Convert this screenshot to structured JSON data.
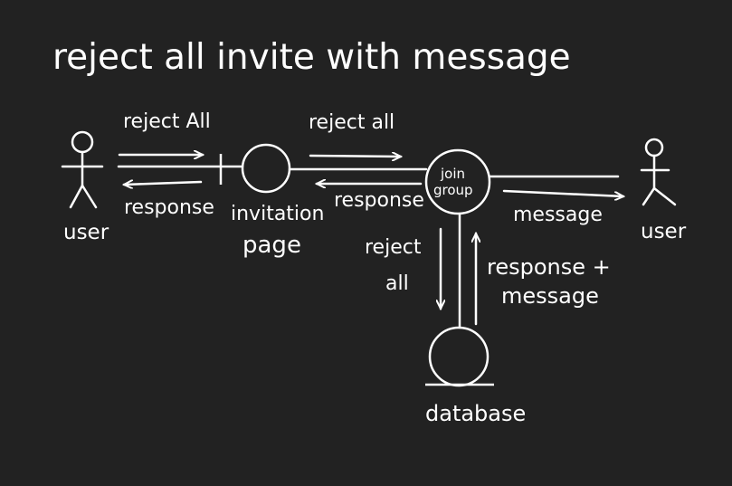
{
  "title": "reject all invite with message",
  "colors": {
    "background": "#222222",
    "ink": "#ffffff"
  },
  "actors": {
    "left_user": "user",
    "right_user": "user"
  },
  "components": {
    "invitation_page_line1": "invitation",
    "invitation_page_line2": "page",
    "join_group_line1": "join",
    "join_group_line2": "group",
    "database": "database"
  },
  "arrows": {
    "user_to_invitation": "reject All",
    "invitation_to_user": "response",
    "invitation_to_join": "reject all",
    "join_to_invitation": "response",
    "join_to_right_user": "message",
    "join_to_database_line1": "reject",
    "join_to_database_line2": "all",
    "database_to_join_line1": "response +",
    "database_to_join_line2": "message"
  }
}
